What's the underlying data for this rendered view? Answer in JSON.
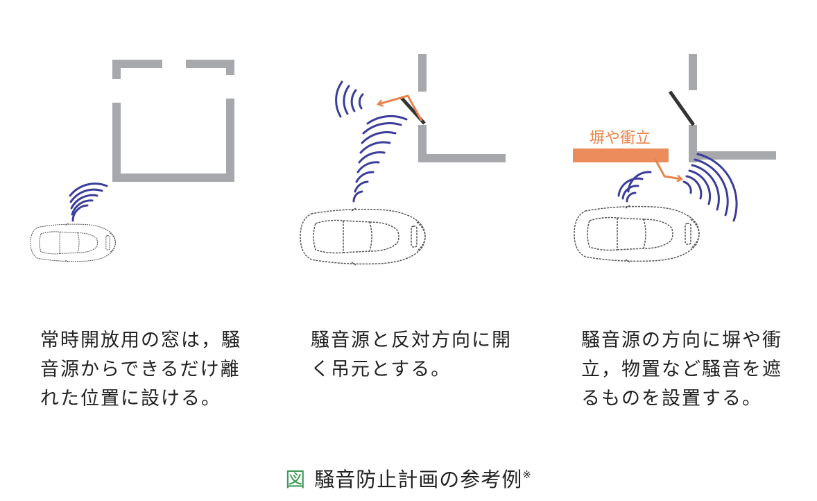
{
  "panels": [
    {
      "caption": "常時開放用の窓は，騒音源からできるだけ離れた位置に設ける。"
    },
    {
      "caption": "騒音源と反対方向に開く吊元とする。"
    },
    {
      "caption": "騒音源の方向に塀や衝立，物置など騒音を遮るものを設置する。",
      "barrier_label": "塀や衝立"
    }
  ],
  "figure": {
    "mark": "図",
    "title": "騒音防止計画の参考例",
    "note_mark": "※"
  },
  "colors": {
    "wall": "#a6a8ab",
    "sound_wave": "#3a3d9a",
    "arrow": "#e8854a",
    "barrier": "#ec8b5c",
    "figure_mark": "#3f9b57",
    "car_outline": "#555555"
  }
}
